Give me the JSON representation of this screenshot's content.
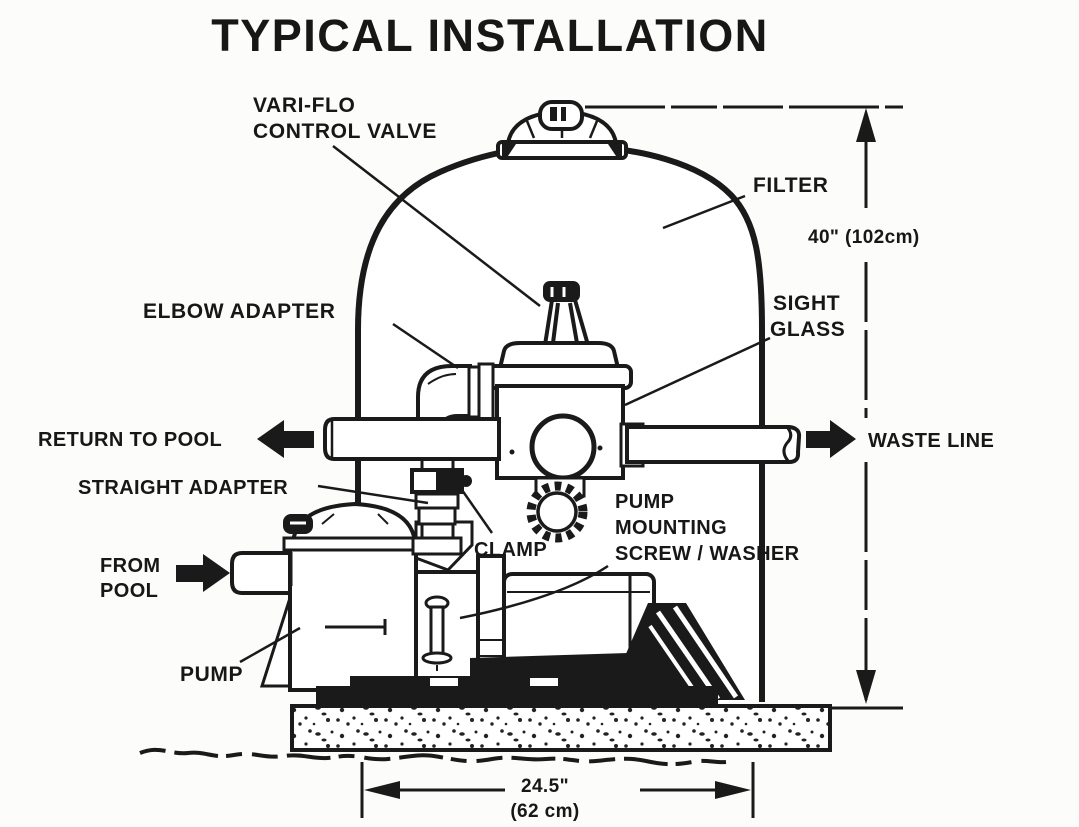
{
  "title": "TYPICAL INSTALLATION",
  "colors": {
    "ink": "#1a1a1a",
    "paper": "#fcfcfb"
  },
  "labels": {
    "vari_flo_line1": "VARI-FLO",
    "vari_flo_line2": "CONTROL VALVE",
    "filter": "FILTER",
    "sight_line1": "SIGHT",
    "sight_line2": "GLASS",
    "elbow": "ELBOW ADAPTER",
    "return_to_pool": "RETURN TO POOL",
    "waste_line": "WASTE LINE",
    "straight_adapter": "STRAIGHT ADAPTER",
    "clamp": "CLAMP",
    "pump_mount_line1": "PUMP",
    "pump_mount_line2": "MOUNTING",
    "pump_mount_line3": "SCREW / WASHER",
    "from_line1": "FROM",
    "from_line2": "POOL",
    "pump": "PUMP"
  },
  "dimensions": {
    "height": "40\" (102cm)",
    "width_inches": "24.5\"",
    "width_cm": "(62 cm)"
  }
}
